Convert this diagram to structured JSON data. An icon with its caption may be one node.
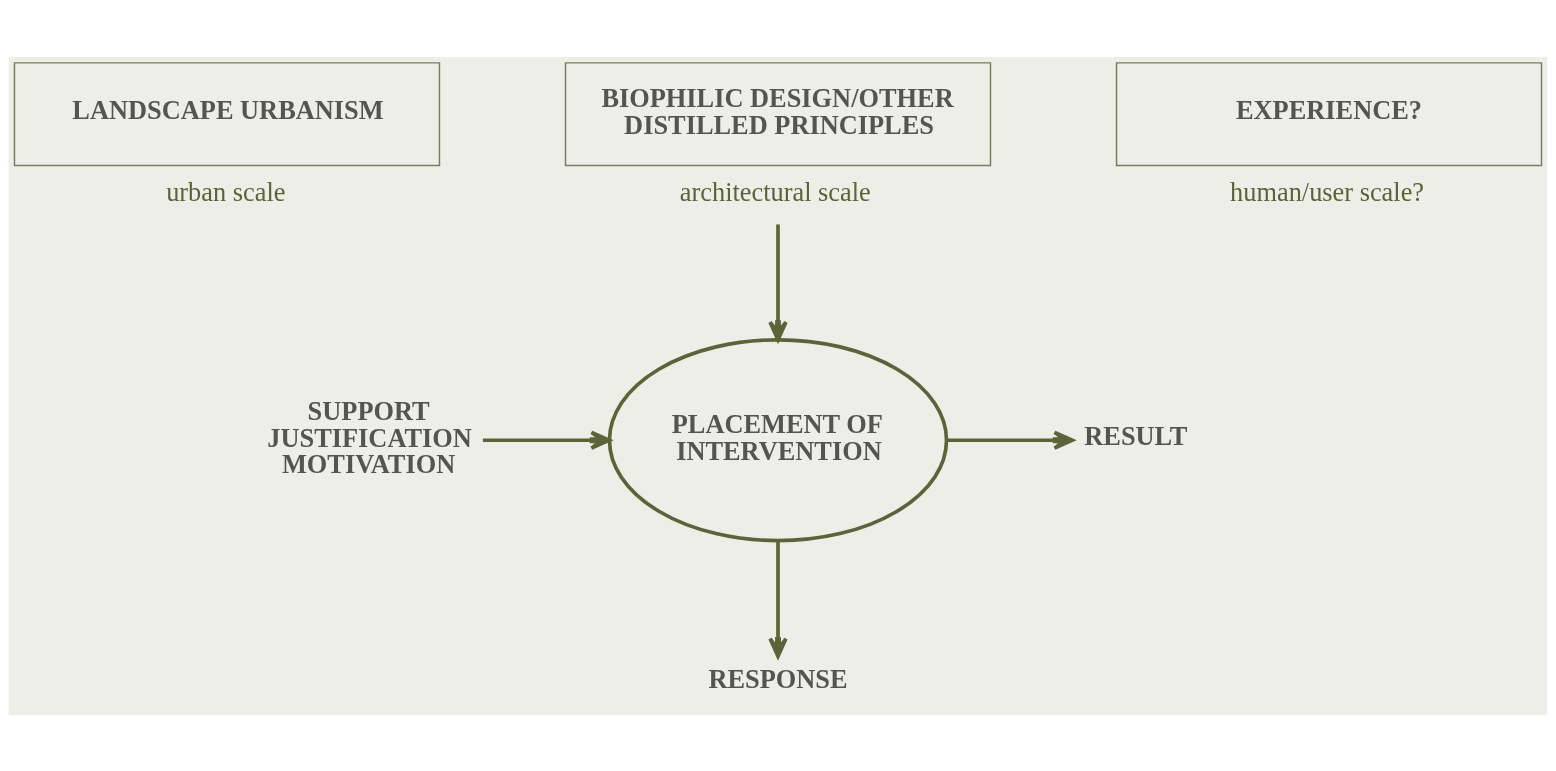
{
  "diagram": {
    "nodes": [
      {
        "text": [
          "LANDSCAPE URBANISM"
        ],
        "beside": [
          "urban scale"
        ]
      },
      {
        "text": [
          "BIOPHILIC DESIGN/OTHER DISTILLED PRINCIPLES"
        ],
        "beside": [
          "architectural scale"
        ]
      },
      {
        "text": [
          "EXPERIENCE?"
        ],
        "beside": [
          "human/user scale?"
        ]
      },
      {
        "text": [
          "SUPPORT JUSTIFICATION MOTIVATION"
        ]
      },
      {
        "text": [
          "PLACEMENT OF INTERVENTION"
        ]
      },
      {
        "text": [
          "RESULT"
        ]
      },
      {
        "text": [
          "RESPONSE"
        ]
      }
    ],
    "edges": [
      {
        "from": 1,
        "to": 4,
        "arrow": "to"
      },
      {
        "from": 3,
        "to": 4,
        "arrow": "to"
      },
      {
        "from": 4,
        "to": 5,
        "arrow": "to"
      },
      {
        "from": 4,
        "to": 6,
        "arrow": "to"
      }
    ]
  }
}
